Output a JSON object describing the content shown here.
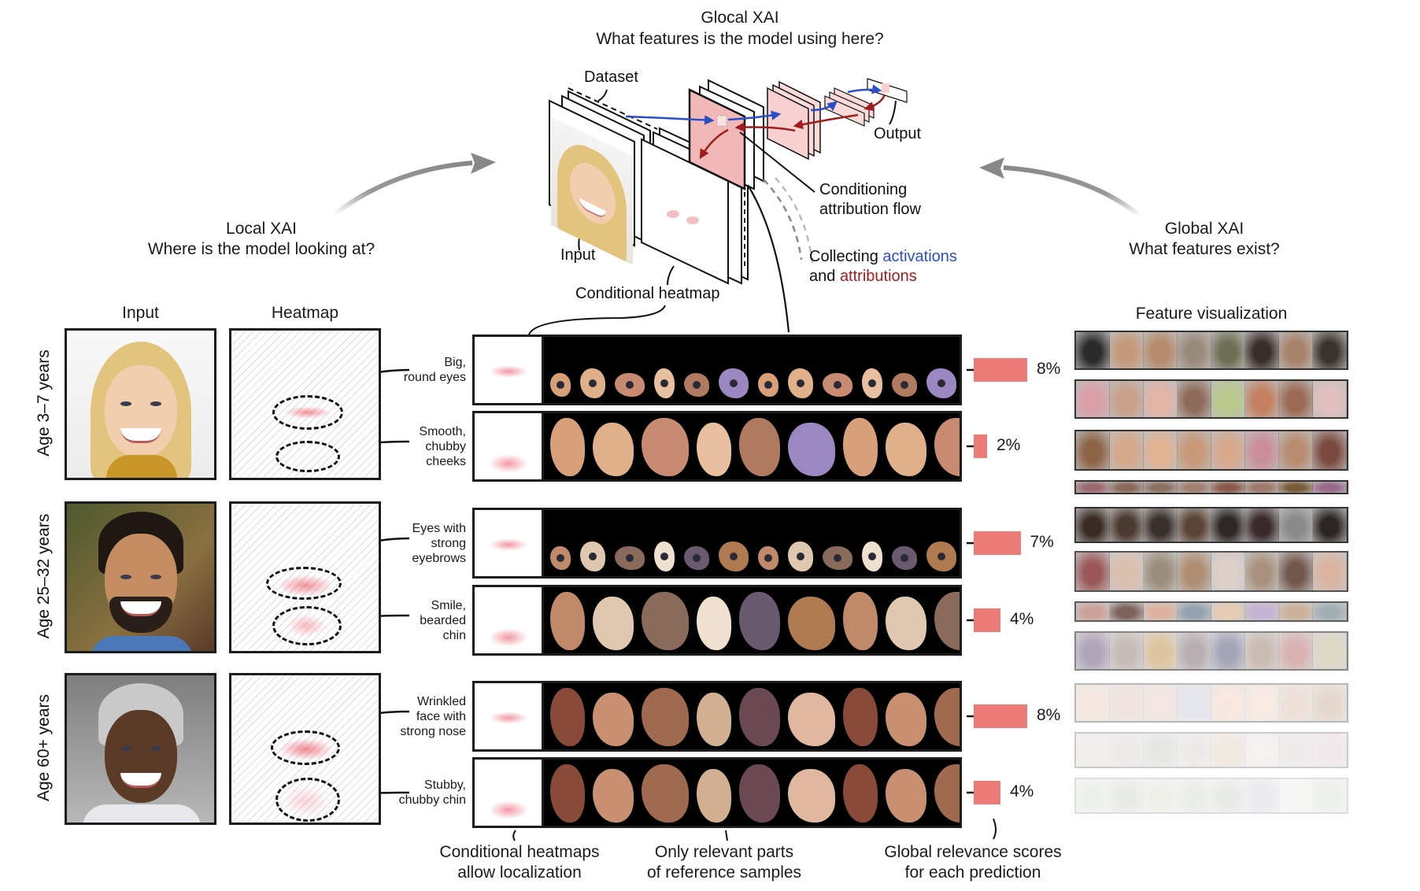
{
  "glocal": {
    "title": "Glocal XAI",
    "subtitle": "What features is the model using here?",
    "labels": {
      "dataset": "Dataset",
      "output": "Output",
      "input": "Input",
      "conditional_heatmap": "Conditional heatmap",
      "conditioning_line1": "Conditioning",
      "conditioning_line2": "attribution flow",
      "collecting_prefix": "Collecting ",
      "collecting_activations": "activations",
      "collecting_and": "and ",
      "collecting_attributions": "attributions"
    },
    "colors": {
      "activation": "#2b4fc9",
      "attribution": "#a11d1d",
      "layer_fill": "#f2b8b8"
    }
  },
  "local": {
    "title": "Local XAI",
    "subtitle": "Where is the model looking at?"
  },
  "global": {
    "title": "Global XAI",
    "subtitle": "What features exist?"
  },
  "columns": {
    "input": "Input",
    "heatmap": "Heatmap",
    "feature_viz": "Feature visualization"
  },
  "rows": [
    {
      "age": "Age 3–7 years",
      "skin": "#f1cfae",
      "hair": "#e3c47e",
      "concepts": [
        {
          "label_lines": [
            "Big,",
            "round eyes"
          ],
          "relevance": 8,
          "relevance_label": "8%",
          "samples": "eyes"
        },
        {
          "label_lines": [
            "Smooth,",
            "chubby",
            "cheeks"
          ],
          "relevance": 2,
          "relevance_label": "2%",
          "samples": "cheeks"
        }
      ]
    },
    {
      "age": "Age 25–32 years",
      "skin": "#c58d62",
      "hair": "#1e1712",
      "concepts": [
        {
          "label_lines": [
            "Eyes with",
            "strong",
            "eyebrows"
          ],
          "relevance": 7,
          "relevance_label": "7%",
          "samples": "eyes"
        },
        {
          "label_lines": [
            "Smile,",
            "bearded",
            "chin"
          ],
          "relevance": 4,
          "relevance_label": "4%",
          "samples": "chin"
        }
      ]
    },
    {
      "age": "Age 60+ years",
      "skin": "#5b3a28",
      "hair": "#c9c9c9",
      "concepts": [
        {
          "label_lines": [
            "Wrinkled",
            "face with",
            "strong nose"
          ],
          "relevance": 8,
          "relevance_label": "8%",
          "samples": "nose"
        },
        {
          "label_lines": [
            "Stubby,",
            "chubby chin"
          ],
          "relevance": 4,
          "relevance_label": "4%",
          "samples": "chin"
        }
      ]
    }
  ],
  "footer": {
    "heatmaps_line1": "Conditional heatmaps",
    "heatmaps_line2": "allow localization",
    "parts_line1": "Only relevant parts",
    "parts_line2": "of reference samples",
    "scores_line1": "Global relevance scores",
    "scores_line2": "for each prediction"
  },
  "feature_visualization": {
    "strips": [
      {
        "name": "sunglasses",
        "opacity": 1.0,
        "tones": [
          "#2a2a2a",
          "#c49a7a",
          "#b58b6b",
          "#9a8a7a",
          "#6f6f55",
          "#3a2e2a",
          "#a8826a",
          "#3a332c"
        ]
      },
      {
        "name": "cheeks-chin",
        "opacity": 1.0,
        "tones": [
          "#d9a0a8",
          "#c9a08a",
          "#e2b4a6",
          "#8d6a5a",
          "#b8c88a",
          "#c48060",
          "#9a6a54",
          "#e3c0c0"
        ]
      },
      {
        "name": "eyes-eyebrows",
        "opacity": 1.0,
        "tones": [
          "#8c6446",
          "#d4a88a",
          "#e0b292",
          "#c89878",
          "#d6a88c",
          "#c9909a",
          "#b88c70",
          "#7a4a40"
        ]
      },
      {
        "name": "eyebrows-thin",
        "opacity": 1.0,
        "tones": [
          "#9a6a70",
          "#8a6a5a",
          "#8a7262",
          "#a08070",
          "#8a5a4a",
          "#a07a6a",
          "#7a5a3a",
          "#9a6a8a"
        ]
      },
      {
        "name": "bangs",
        "opacity": 1.0,
        "tones": [
          "#3a2c24",
          "#4a3a30",
          "#3a302a",
          "#5a4436",
          "#2e2824",
          "#3a2a2a",
          "#8a8a8a",
          "#2c2622"
        ]
      },
      {
        "name": "wrinkles",
        "opacity": 0.85,
        "tones": [
          "#8a3a3a",
          "#d4b6a0",
          "#8a7a64",
          "#a07a5a",
          "#d8c8c0",
          "#9a8068",
          "#5a3a2e",
          "#d4a890"
        ]
      },
      {
        "name": "smile",
        "opacity": 0.8,
        "tones": [
          "#c08a80",
          "#5a3a30",
          "#d4a088",
          "#7a8a9a",
          "#e0c0a0",
          "#b8a0c8",
          "#c0a080",
          "#8a9aa0"
        ]
      },
      {
        "name": "chin-beard",
        "opacity": 0.6,
        "tones": [
          "#7a6a8a",
          "#a09088",
          "#c8a060",
          "#8a7a80",
          "#6a6a8a",
          "#a89080",
          "#c08080",
          "#c8c0a0"
        ]
      },
      {
        "name": "baby-eyes",
        "opacity": 0.35,
        "tones": [
          "#e8c0a8",
          "#d8b0a0",
          "#e0b8a8",
          "#b8b8d0",
          "#f0c0a0",
          "#f0c8b0",
          "#d0a890",
          "#b89070"
        ]
      },
      {
        "name": "smile-faded",
        "opacity": 0.25,
        "tones": [
          "#c8c0b8",
          "#b8b0a8",
          "#a0a098",
          "#b8b0a8",
          "#c8a888",
          "#d8d0c8",
          "#c0b0b0",
          "#c8a8b0"
        ]
      },
      {
        "name": "background",
        "opacity": 0.15,
        "tones": [
          "#8aa070",
          "#6a7a5a",
          "#8a9a6a",
          "#7a8a6a",
          "#6a7a60",
          "#7a7a9a",
          "#c8d0b8",
          "#8a9a7a"
        ]
      }
    ]
  }
}
